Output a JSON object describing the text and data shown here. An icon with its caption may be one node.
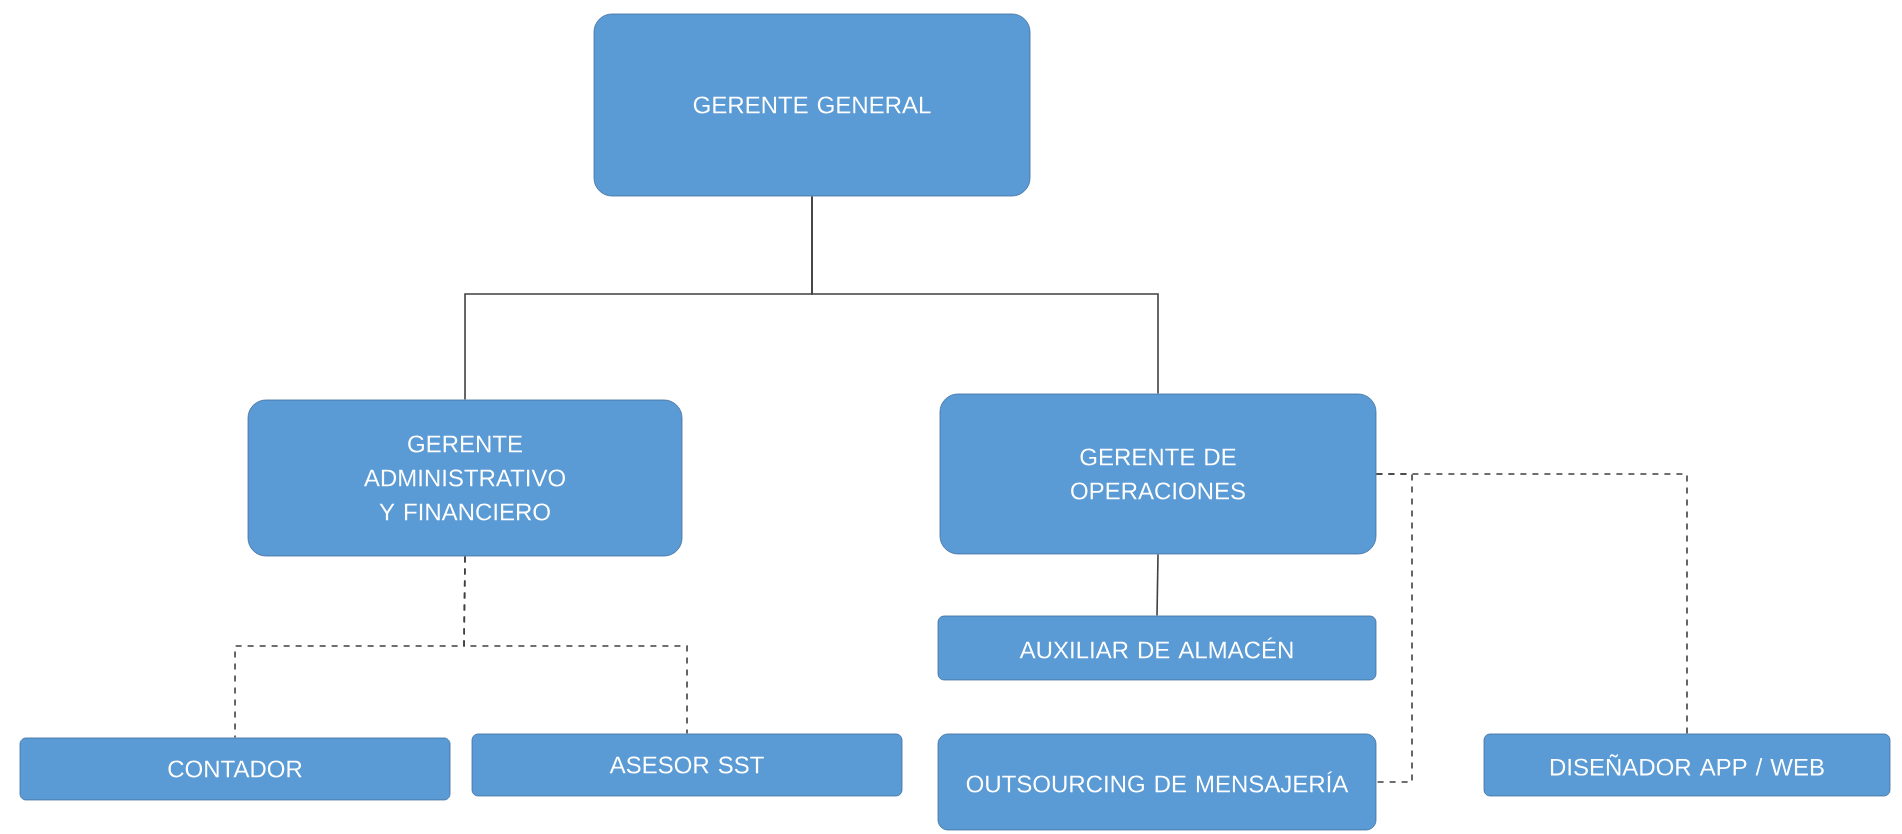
{
  "diagram": {
    "nodes": [
      {
        "text": [
          "GERENTE GENERAL"
        ]
      },
      {
        "text": [
          "GERENTE ADMINISTRATIVO Y FINANCIERO"
        ]
      },
      {
        "text": [
          "GERENTE DE OPERACIONES"
        ]
      },
      {
        "text": [
          "CONTADOR"
        ]
      },
      {
        "text": [
          "ASESOR SST"
        ]
      },
      {
        "text": [
          "AUXILIAR DE ALMACÉN"
        ]
      },
      {
        "text": [
          "OUTSOURCING DE MENSAJERÍA"
        ]
      },
      {
        "text": [
          "DISEÑADOR APP / WEB"
        ]
      }
    ],
    "edges": [
      {
        "from": 0,
        "to": 1,
        "arrow": "none"
      },
      {
        "from": 0,
        "to": 2,
        "arrow": "none"
      },
      {
        "from": 1,
        "to": 3,
        "arrow": "none",
        "style": "dashed"
      },
      {
        "from": 1,
        "to": 4,
        "arrow": "none",
        "style": "dashed"
      },
      {
        "from": 2,
        "to": 5,
        "arrow": "none"
      },
      {
        "from": 2,
        "to": 6,
        "arrow": "none",
        "style": "dashed"
      },
      {
        "from": 2,
        "to": 7,
        "arrow": "none",
        "style": "dashed"
      }
    ]
  }
}
